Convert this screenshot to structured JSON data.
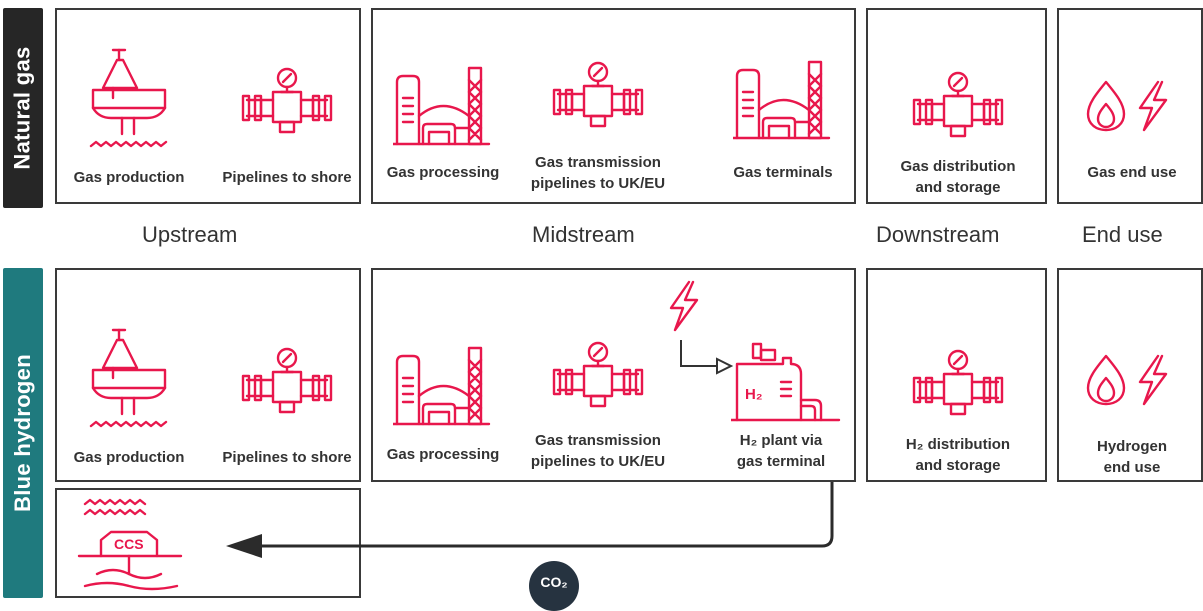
{
  "rows": {
    "natural_gas": "Natural gas",
    "blue_hydrogen": "Blue hydrogen"
  },
  "stages": {
    "upstream": "Upstream",
    "midstream": "Midstream",
    "downstream": "Downstream",
    "end_use": "End use"
  },
  "natural_gas": {
    "gas_production": "Gas production",
    "pipelines_to_shore": "Pipelines to shore",
    "gas_processing": "Gas processing",
    "transmission_line1": "Gas transmission",
    "transmission_line2": "pipelines to UK/EU",
    "gas_terminals": "Gas terminals",
    "distribution_line1": "Gas distribution",
    "distribution_line2": "and storage",
    "gas_end_use": "Gas end use"
  },
  "blue_hydrogen": {
    "gas_production": "Gas production",
    "pipelines_to_shore": "Pipelines to shore",
    "gas_processing": "Gas processing",
    "transmission_line1": "Gas transmission",
    "transmission_line2": "pipelines to UK/EU",
    "h2_plant_line1": "H₂ plant via",
    "h2_plant_line2": "gas terminal",
    "distribution_line1": "H₂ distribution",
    "distribution_line2": "and storage",
    "end_use_line1": "Hydrogen",
    "end_use_line2": "end use",
    "ccs": "CCS",
    "h2_symbol": "H₂",
    "co2": "CO₂"
  },
  "colors": {
    "accent": "#e8174c",
    "natural_gas_bar": "#262626",
    "blue_hydrogen_bar": "#1f7a7e",
    "border": "#3a3a3a",
    "co2_badge": "#263340"
  },
  "icons": [
    "offshore-platform-icon",
    "pipeline-valve-icon",
    "gas-plant-icon",
    "flame-icon",
    "lightning-icon",
    "h2-plant-icon",
    "ccs-storage-icon"
  ]
}
